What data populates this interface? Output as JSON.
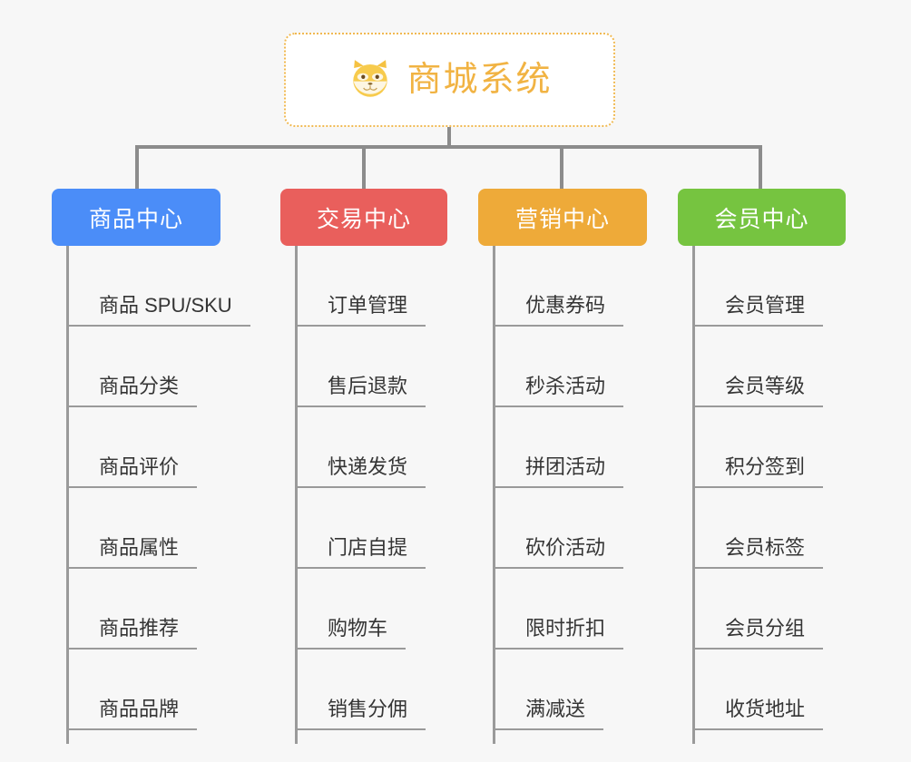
{
  "diagram": {
    "type": "mindmap",
    "title": "商城系统",
    "background_color": "#f7f7f7",
    "connector_color": "#8c8c8c"
  },
  "root": {
    "label": "商城系统",
    "icon": "shiba-dog-face-emoji",
    "text_color": "#f1b343",
    "border_color": "#f0b952",
    "background_color": "#ffffff"
  },
  "branches": [
    {
      "label": "商品中心",
      "color": "#4b8df8",
      "items": [
        {
          "label": "商品 SPU/SKU"
        },
        {
          "label": "商品分类"
        },
        {
          "label": "商品评价"
        },
        {
          "label": "商品属性"
        },
        {
          "label": "商品推荐"
        },
        {
          "label": "商品品牌"
        }
      ]
    },
    {
      "label": "交易中心",
      "color": "#e95f5c",
      "items": [
        {
          "label": "订单管理"
        },
        {
          "label": "售后退款"
        },
        {
          "label": "快递发货"
        },
        {
          "label": "门店自提"
        },
        {
          "label": "购物车"
        },
        {
          "label": "销售分佣"
        }
      ]
    },
    {
      "label": "营销中心",
      "color": "#eeaa39",
      "items": [
        {
          "label": "优惠券码"
        },
        {
          "label": "秒杀活动"
        },
        {
          "label": "拼团活动"
        },
        {
          "label": "砍价活动"
        },
        {
          "label": "限时折扣"
        },
        {
          "label": "满减送"
        }
      ]
    },
    {
      "label": "会员中心",
      "color": "#76c440",
      "items": [
        {
          "label": "会员管理"
        },
        {
          "label": "会员等级"
        },
        {
          "label": "积分签到"
        },
        {
          "label": "会员标签"
        },
        {
          "label": "会员分组"
        },
        {
          "label": "收货地址"
        }
      ]
    }
  ]
}
